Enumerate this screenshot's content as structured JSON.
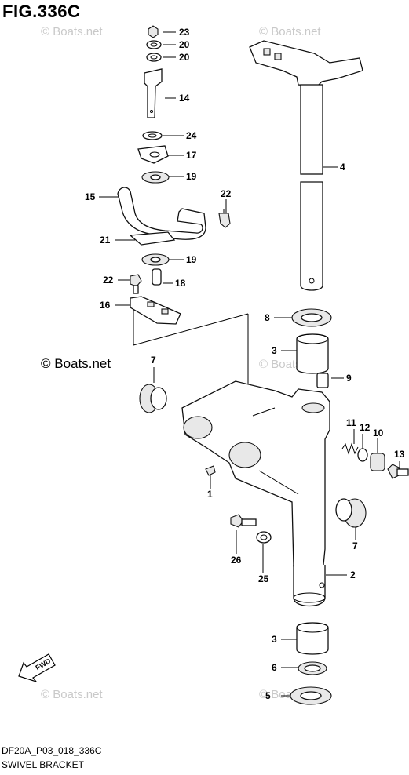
{
  "figure": {
    "title": "FIG.336C",
    "code": "DF20A_P03_018_336C",
    "subtitle": "SWIVEL BRACKET"
  },
  "watermarks": [
    "© Boats.net",
    "© Boats.net",
    "© Boats.net",
    "© Boats.net",
    "© Boats.net",
    "© Boats.net"
  ],
  "watermark_main": "© Boats.net",
  "fwd_label": "FWD",
  "callouts": [
    "23",
    "20",
    "20",
    "14",
    "24",
    "17",
    "19",
    "15",
    "22",
    "21",
    "19",
    "22",
    "18",
    "16",
    "4",
    "8",
    "3",
    "9",
    "7",
    "11",
    "12",
    "10",
    "13",
    "1",
    "7",
    "26",
    "25",
    "2",
    "3",
    "6",
    "5"
  ]
}
